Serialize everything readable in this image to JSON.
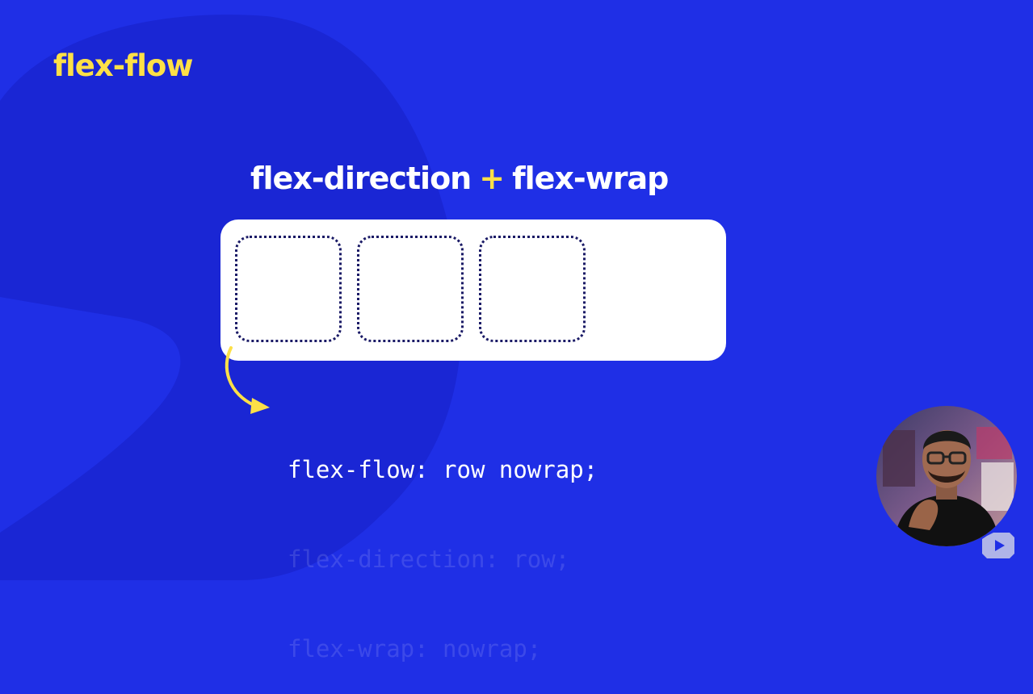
{
  "page": {
    "title": "flex-flow"
  },
  "equation": {
    "left": "flex-direction",
    "operator": "+",
    "right": "flex-wrap"
  },
  "demo": {
    "item_count": 3
  },
  "code": {
    "shorthand": "flex-flow: row nowrap;",
    "longhand_direction": "flex-direction: row;",
    "longhand_wrap": "flex-wrap: nowrap;"
  },
  "colors": {
    "background": "#1f2fe6",
    "background_shape": "#1a26d4",
    "accent": "#fde047",
    "container": "#ffffff",
    "item_border": "#1a1a66"
  },
  "icons": {
    "arrow": "curved-arrow-icon",
    "logo": "play-logo-icon"
  }
}
